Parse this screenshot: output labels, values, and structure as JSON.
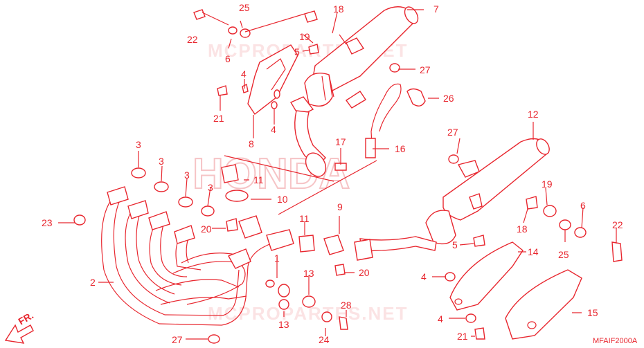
{
  "watermark": {
    "brand": "HONDA",
    "site": "MCPROPARTES.NET"
  },
  "direction_marker": "FR.",
  "diagram_code": "MFAIF2000A",
  "callouts": [
    {
      "id": "c25a",
      "text": "25"
    },
    {
      "id": "c22a",
      "text": "22"
    },
    {
      "id": "c6a",
      "text": "6"
    },
    {
      "id": "c18a",
      "text": "18"
    },
    {
      "id": "c19a",
      "text": "19"
    },
    {
      "id": "c7",
      "text": "7"
    },
    {
      "id": "c5a",
      "text": "5"
    },
    {
      "id": "c27a",
      "text": "27"
    },
    {
      "id": "c4a",
      "text": "4"
    },
    {
      "id": "c4b",
      "text": "4"
    },
    {
      "id": "c21a",
      "text": "21"
    },
    {
      "id": "c8",
      "text": "8"
    },
    {
      "id": "c26",
      "text": "26"
    },
    {
      "id": "c17",
      "text": "17"
    },
    {
      "id": "c16",
      "text": "16"
    },
    {
      "id": "c12",
      "text": "12"
    },
    {
      "id": "c27b",
      "text": "27"
    },
    {
      "id": "c3a",
      "text": "3"
    },
    {
      "id": "c3b",
      "text": "3"
    },
    {
      "id": "c3c",
      "text": "3"
    },
    {
      "id": "c3d",
      "text": "3"
    },
    {
      "id": "c11a",
      "text": "11"
    },
    {
      "id": "c10",
      "text": "10"
    },
    {
      "id": "c9",
      "text": "9"
    },
    {
      "id": "c23",
      "text": "23"
    },
    {
      "id": "c20a",
      "text": "20"
    },
    {
      "id": "c11b",
      "text": "11"
    },
    {
      "id": "c19b",
      "text": "19"
    },
    {
      "id": "c6b",
      "text": "6"
    },
    {
      "id": "c22b",
      "text": "22"
    },
    {
      "id": "c18b",
      "text": "18"
    },
    {
      "id": "c25b",
      "text": "25"
    },
    {
      "id": "c5b",
      "text": "5"
    },
    {
      "id": "c14",
      "text": "14"
    },
    {
      "id": "c2",
      "text": "2"
    },
    {
      "id": "c1",
      "text": "1"
    },
    {
      "id": "c13a",
      "text": "13"
    },
    {
      "id": "c20b",
      "text": "20"
    },
    {
      "id": "c4c",
      "text": "4"
    },
    {
      "id": "c13b",
      "text": "13"
    },
    {
      "id": "c28",
      "text": "28"
    },
    {
      "id": "c4d",
      "text": "4"
    },
    {
      "id": "c15",
      "text": "15"
    },
    {
      "id": "c27c",
      "text": "27"
    },
    {
      "id": "c24",
      "text": "24"
    },
    {
      "id": "c21b",
      "text": "21"
    }
  ]
}
